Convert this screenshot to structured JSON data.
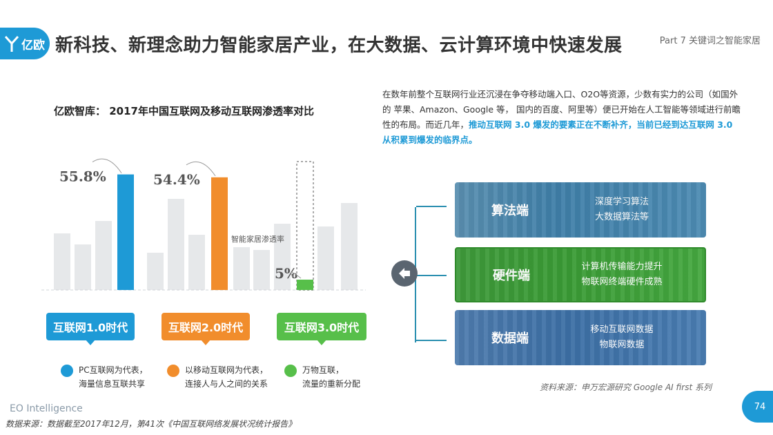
{
  "header": {
    "logo_text": "亿欧",
    "title": "新科技、新理念助力智能家居产业，在大数据、云计算环境中快速发展",
    "part_label": "Part 7 关键词之智能家居"
  },
  "chart_title": "亿欧智库： 2017年中国互联网及移动互联网渗透率对比",
  "chart_data": {
    "type": "bar",
    "series": [
      {
        "name": "互联网1.0时代",
        "value": 55.8,
        "label": "55.8%",
        "color": "#1e9ad6"
      },
      {
        "name": "互联网2.0时代",
        "value": 54.4,
        "label": "54.4%",
        "color": "#f18d2c"
      },
      {
        "name": "互联网3.0时代",
        "value": 5,
        "label": "5%",
        "color": "#57bf4a"
      }
    ],
    "annotation": "智能家居渗透率",
    "background_bar_color": "#e6e8ea"
  },
  "eras": [
    {
      "label": "互联网1.0时代",
      "desc": [
        "PC互联网为代表，",
        "海量信息互联共享"
      ]
    },
    {
      "label": "互联网2.0时代",
      "desc": [
        "以移动互联网为代表，",
        "连接人与人之间的关系"
      ]
    },
    {
      "label": "互联网3.0时代",
      "desc": [
        "万物互联，",
        "流量的重新分配"
      ]
    }
  ],
  "paragraph": {
    "text": "在数年前整个互联网行业还沉浸在争夺移动端入口、O2O等资源，少数有实力的公司（如国外的 苹果、Amazon、Google 等， 国内的百度、阿里等）便已开始在人工智能等领域进行前瞻性的布局。而近几年，",
    "highlight": "推动互联网 3.0 爆发的要素正在不断补齐，当前已经到达互联网 3.0 从积累到爆发的临界点。"
  },
  "panels": [
    {
      "title": "算法端",
      "lines": [
        "深度学习算法",
        "大数据算法等"
      ]
    },
    {
      "title": "硬件端",
      "lines": [
        "计算机传输能力提升",
        "物联网终端硬件成熟"
      ]
    },
    {
      "title": "数据端",
      "lines": [
        "移动互联网数据",
        "物联网数据"
      ]
    }
  ],
  "source_right": "资料来源：申万宏源研究  Google AI first 系列",
  "footer": {
    "brand": "EO Intelligence",
    "source": "数据来源：数据截至2017年12月，第41次《中国互联网络发展状况统计报告》",
    "page": "74"
  },
  "colors": {
    "accent": "#1e9ad6",
    "orange": "#f18d2c",
    "green": "#57bf4a"
  }
}
